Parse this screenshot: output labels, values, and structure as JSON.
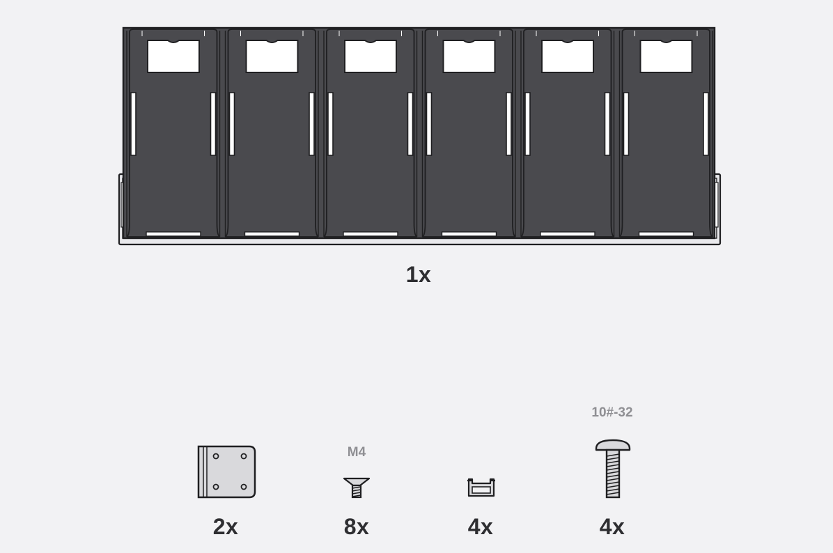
{
  "main_part": {
    "quantity": "1x",
    "slot_count": 6
  },
  "hardware": [
    {
      "id": "bracket-plate",
      "icon": "bracket-plate-icon",
      "spec": "",
      "quantity": "2x"
    },
    {
      "id": "flat-head-screw",
      "icon": "flat-head-screw-icon",
      "spec": "M4",
      "quantity": "8x"
    },
    {
      "id": "u-clip",
      "icon": "u-clip-icon",
      "spec": "",
      "quantity": "4x"
    },
    {
      "id": "pan-head-bolt",
      "icon": "pan-head-bolt-icon",
      "spec": "10#-32",
      "quantity": "4x"
    }
  ],
  "colors": {
    "background": "#f2f2f4",
    "body": "#4a4a4e",
    "outline": "#1f1f21",
    "label": "#2e2e31",
    "spec": "#8f8f93"
  }
}
